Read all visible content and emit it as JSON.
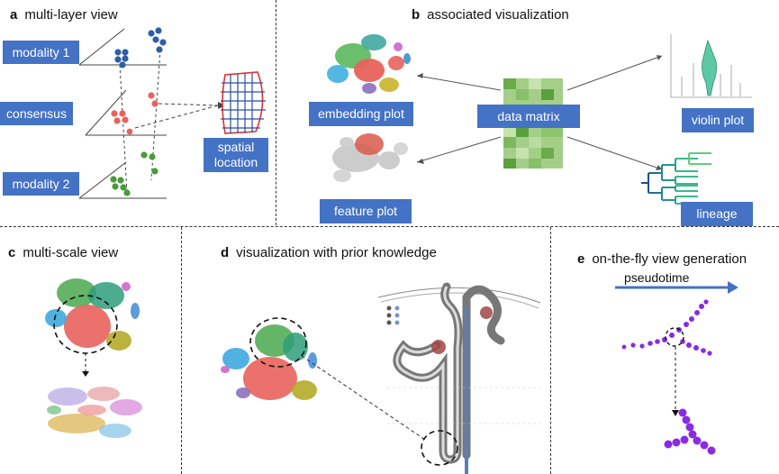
{
  "panels": {
    "a": {
      "letter": "a",
      "title": "multi-layer view"
    },
    "b": {
      "letter": "b",
      "title": "associated visualization"
    },
    "c": {
      "letter": "c",
      "title": "multi-scale view"
    },
    "d": {
      "letter": "d",
      "title": "visualization with prior knowledge"
    },
    "e": {
      "letter": "e",
      "title": "on-the-fly view generation"
    }
  },
  "boxes": {
    "modality1": "modality 1",
    "consensus": "consensus",
    "modality2": "modality 2",
    "spatial_line1": "spatial",
    "spatial_line2": "location",
    "embedding_plot": "embedding plot",
    "data_matrix": "data matrix",
    "violin_plot": "violin plot",
    "feature_plot": "feature plot",
    "lineage": "lineage"
  },
  "pseudotime_label": "pseudotime",
  "colors": {
    "box_fill": "#4472c4",
    "modality1_dots": "#2f5ea8",
    "consensus_dots": "#e8625c",
    "modality2_dots": "#4a9a3a",
    "pseudotime_dots": "#8a2be2",
    "spatial_outline": "#e03030",
    "spatial_grid": "#2a4fa0"
  }
}
